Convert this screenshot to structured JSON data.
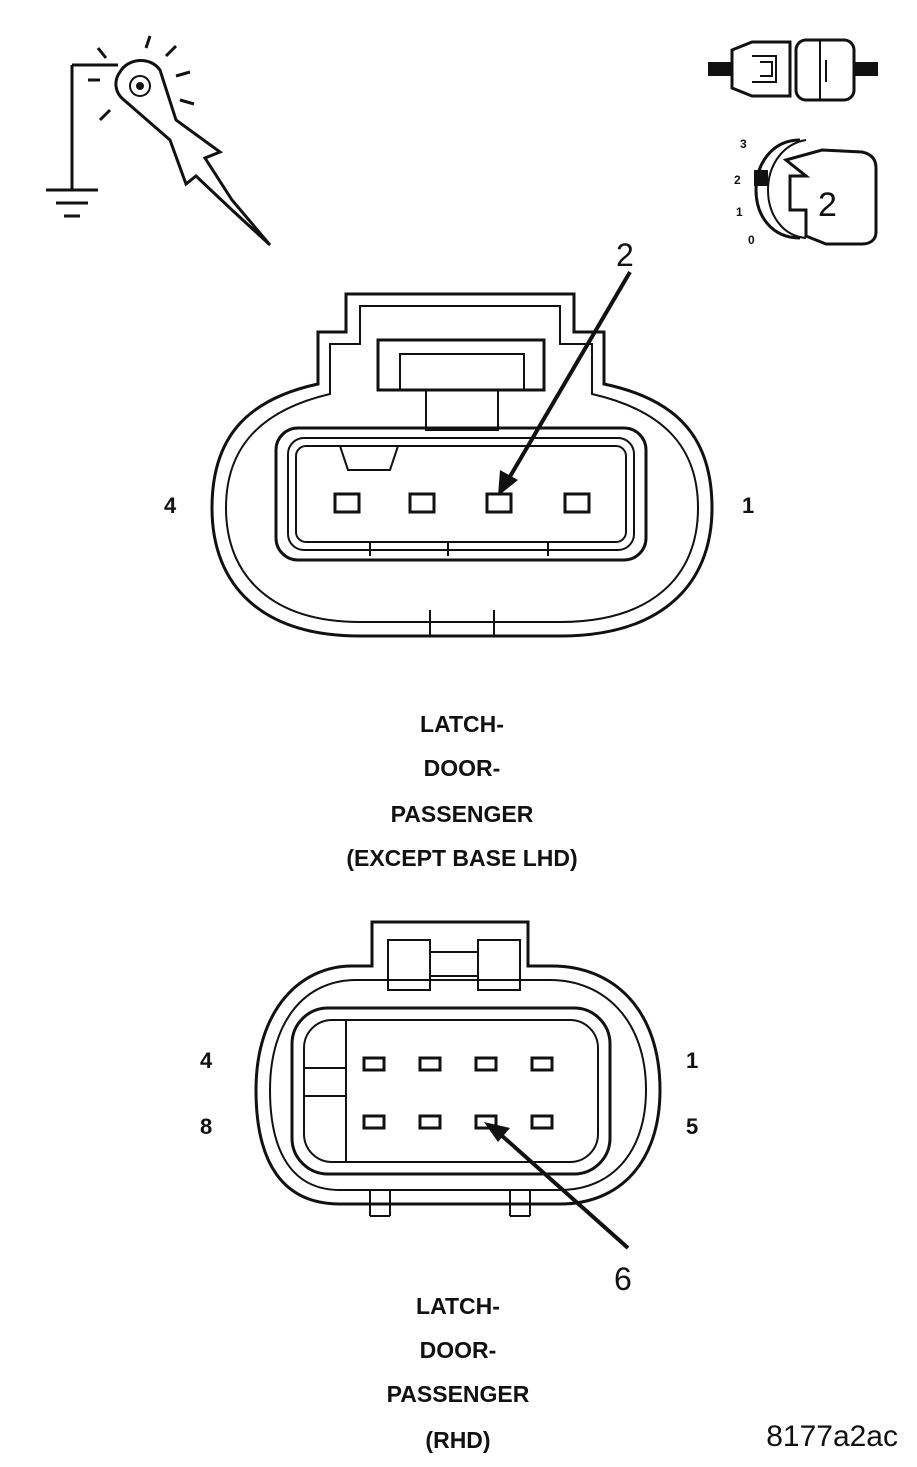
{
  "icons": {
    "test_light": "test-light-ground-icon",
    "connector_disconnect": "connector-disconnect-icon",
    "ignition_key": "ignition-key-icon",
    "ignition_positions": [
      "3",
      "2",
      "1",
      "0"
    ],
    "ignition_selected": "2"
  },
  "connector1": {
    "callout_pin": "2",
    "pin_left": "4",
    "pin_right": "1",
    "caption": [
      "LATCH-",
      "DOOR-",
      "PASSENGER",
      "(EXCEPT BASE LHD)"
    ]
  },
  "connector2": {
    "callout_pin": "6",
    "pin_top_left": "4",
    "pin_top_right": "1",
    "pin_bottom_left": "8",
    "pin_bottom_right": "5",
    "caption": [
      "LATCH-",
      "DOOR-",
      "PASSENGER",
      "(RHD)"
    ]
  },
  "figure_id": "8177a2ac"
}
